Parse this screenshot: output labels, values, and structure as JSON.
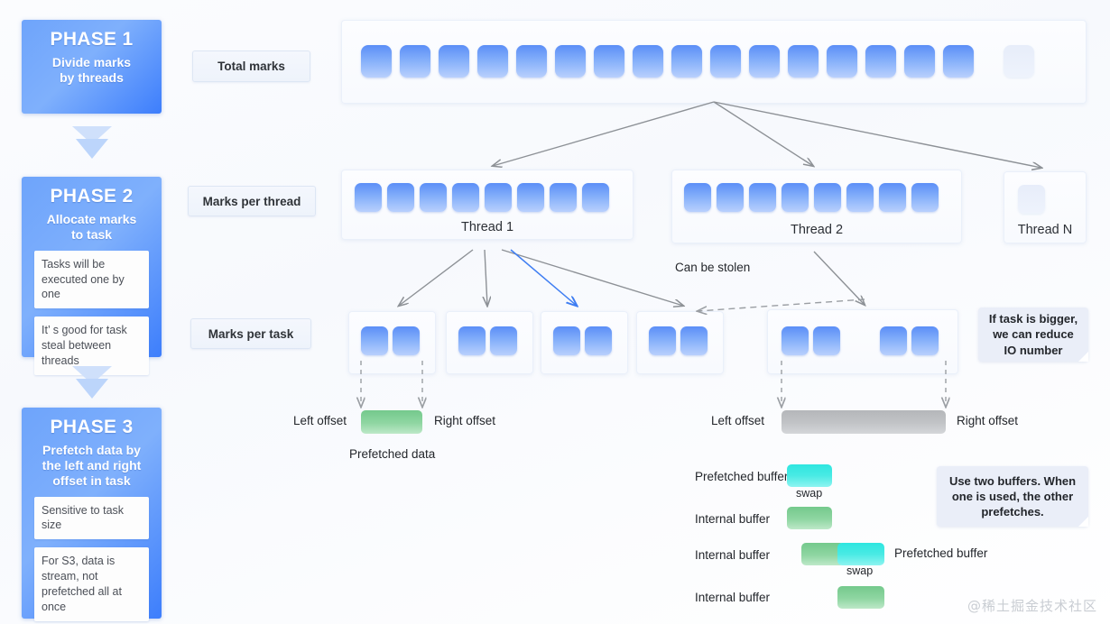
{
  "phases": [
    {
      "title": "PHASE 1",
      "subtitle": "Divide marks\nby threads",
      "notes": []
    },
    {
      "title": "PHASE 2",
      "subtitle": "Allocate marks\nto task",
      "notes": [
        "Tasks will be executed one by one",
        "It’ s good for task steal between threads"
      ]
    },
    {
      "title": "PHASE 3",
      "subtitle": "Prefetch data by\nthe left and right\noffset in task",
      "notes": [
        "Sensitive to task size",
        "For S3, data is stream, not prefetched all at once"
      ]
    }
  ],
  "row_labels": [
    {
      "label": "Total marks"
    },
    {
      "label": "Marks per thread"
    },
    {
      "label": "Marks per task"
    }
  ],
  "total_marks": {
    "filled": 16,
    "ghost": 1
  },
  "threads": [
    {
      "name": "Thread 1",
      "marks": 8,
      "ghost": 0
    },
    {
      "name": "Thread 2",
      "marks": 8,
      "ghost": 0
    },
    {
      "name": "Thread N",
      "marks": 0,
      "ghost": 1
    }
  ],
  "tasks": [
    {
      "marks": 2
    },
    {
      "marks": 2
    },
    {
      "marks": 2
    },
    {
      "marks": 2
    },
    {
      "marks": 4,
      "big": true
    }
  ],
  "annotations": {
    "can_be_stolen": "Can be stolen",
    "left_offset_1": "Left offset",
    "right_offset_1": "Right offset",
    "prefetched_data": "Prefetched data",
    "left_offset_2": "Left offset",
    "right_offset_2": "Right offset"
  },
  "callouts": {
    "bigger_task": "If task is bigger, we can reduce IO number",
    "two_buffers": "Use two buffers. When one is used, the other prefetches."
  },
  "buffers": {
    "row1": {
      "left_label": "Prefetched buffer",
      "swap": "swap"
    },
    "row2": {
      "left_label": "Internal buffer"
    },
    "row3": {
      "left_label": "Internal buffer",
      "right_label": "Prefetched buffer",
      "swap": "swap"
    },
    "row4": {
      "left_label": "Internal buffer"
    }
  },
  "watermark": "@稀土掘金技术社区",
  "colors": {
    "phase_blue": "#5f9bfb",
    "mark_blue": "#6e9ff8",
    "prefetched_green": "#8fd6a2",
    "prefetched_cyan": "#3ae8e2",
    "gray_bar": "#c2c4c7",
    "arrow_gray": "#8d9196",
    "arrow_blue": "#3f7ef2"
  }
}
